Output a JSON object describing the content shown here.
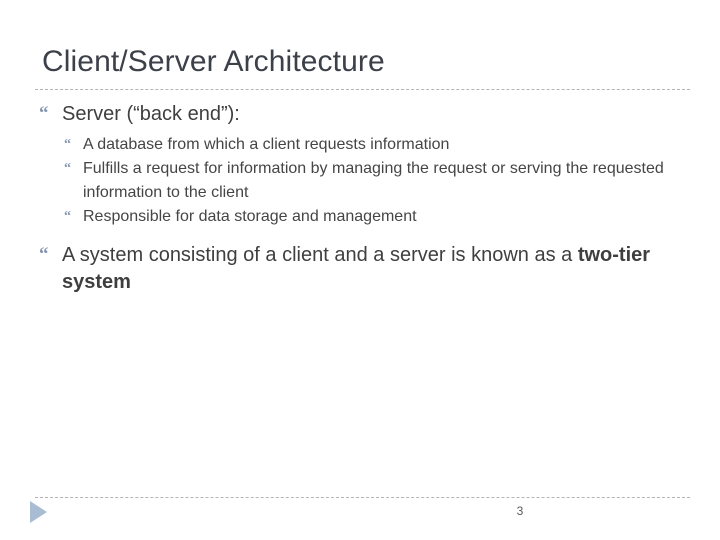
{
  "slide": {
    "title": "Client/Server Architecture",
    "bullet_glyph": "“",
    "content": [
      {
        "level": 1,
        "text": "Server (“back end”):",
        "children": [
          {
            "level": 2,
            "text": "A database from which a client requests information"
          },
          {
            "level": 2,
            "text": "Fulfills a request for information by managing the request or serving the requested information to the client"
          },
          {
            "level": 2,
            "text": "Responsible for data storage and management"
          }
        ]
      },
      {
        "level": 1,
        "text_before": "A system consisting of a client and a server is known as a ",
        "text_bold": "two-tier system",
        "text_after": ""
      }
    ]
  },
  "footer": {
    "page_number": "3",
    "nav_icon": "play-triangle-icon"
  },
  "colors": {
    "title": "#3c4049",
    "body_text": "#3f3f3f",
    "bullet_glyph": "#8496b0",
    "rule": "#b4b4b4",
    "triangle": "#a8bdd4",
    "background": "#ffffff"
  }
}
